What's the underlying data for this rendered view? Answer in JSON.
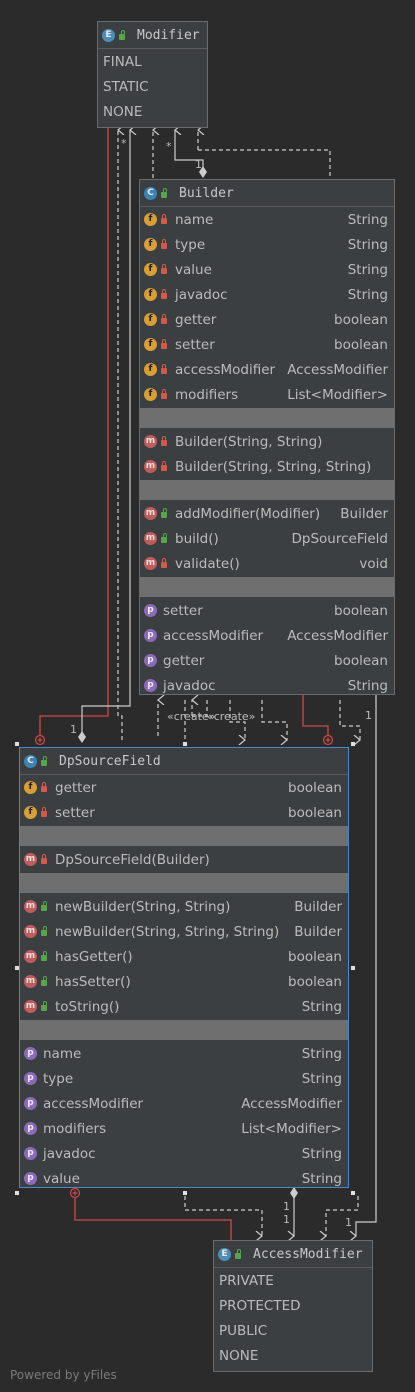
{
  "modifier": {
    "title": "Modifier",
    "literals": [
      "FINAL",
      "STATIC",
      "NONE"
    ]
  },
  "builder": {
    "title": "Builder",
    "fields": [
      {
        "name": "name",
        "type": "String"
      },
      {
        "name": "type",
        "type": "String"
      },
      {
        "name": "value",
        "type": "String"
      },
      {
        "name": "javadoc",
        "type": "String"
      },
      {
        "name": "getter",
        "type": "boolean"
      },
      {
        "name": "setter",
        "type": "boolean"
      },
      {
        "name": "accessModifier",
        "type": "AccessModifier"
      },
      {
        "name": "modifiers",
        "type": "List<Modifier>"
      }
    ],
    "constructors": [
      {
        "name": "Builder(String, String)"
      },
      {
        "name": "Builder(String, String, String)"
      }
    ],
    "methods": [
      {
        "name": "addModifier(Modifier)",
        "type": "Builder",
        "vis": "public"
      },
      {
        "name": "build()",
        "type": "DpSourceField",
        "vis": "public"
      },
      {
        "name": "validate()",
        "type": "void",
        "vis": "private"
      }
    ],
    "properties": [
      {
        "name": "setter",
        "type": "boolean"
      },
      {
        "name": "accessModifier",
        "type": "AccessModifier"
      },
      {
        "name": "getter",
        "type": "boolean"
      },
      {
        "name": "javadoc",
        "type": "String"
      }
    ]
  },
  "dpsourcefield": {
    "title": "DpSourceField",
    "fields": [
      {
        "name": "getter",
        "type": "boolean"
      },
      {
        "name": "setter",
        "type": "boolean"
      }
    ],
    "constructors": [
      {
        "name": "DpSourceField(Builder)"
      }
    ],
    "methods": [
      {
        "name": "newBuilder(String, String)",
        "type": "Builder"
      },
      {
        "name": "newBuilder(String, String, String)",
        "type": "Builder"
      },
      {
        "name": "hasGetter()",
        "type": "boolean"
      },
      {
        "name": "hasSetter()",
        "type": "boolean"
      },
      {
        "name": "toString()",
        "type": "String"
      }
    ],
    "properties": [
      {
        "name": "name",
        "type": "String"
      },
      {
        "name": "type",
        "type": "String"
      },
      {
        "name": "accessModifier",
        "type": "AccessModifier"
      },
      {
        "name": "modifiers",
        "type": "List<Modifier>"
      },
      {
        "name": "javadoc",
        "type": "String"
      },
      {
        "name": "value",
        "type": "String"
      }
    ]
  },
  "accessmodifier": {
    "title": "AccessModifier",
    "literals": [
      "PRIVATE",
      "PROTECTED",
      "PUBLIC",
      "NONE"
    ]
  },
  "icons": {
    "enum": "E",
    "class": "C",
    "field": "f",
    "method": "m",
    "property": "p"
  },
  "edge_labels": {
    "create_left": "«create»",
    "create_right": "«create»",
    "star": "*",
    "one": "1"
  },
  "footer": "Powered by yFiles",
  "colors": {
    "background": "#2b2b2b",
    "node": "#3c3f41",
    "inner_class_link": "#d04848",
    "edge": "#cccccc",
    "selection": "#4a86c8"
  }
}
